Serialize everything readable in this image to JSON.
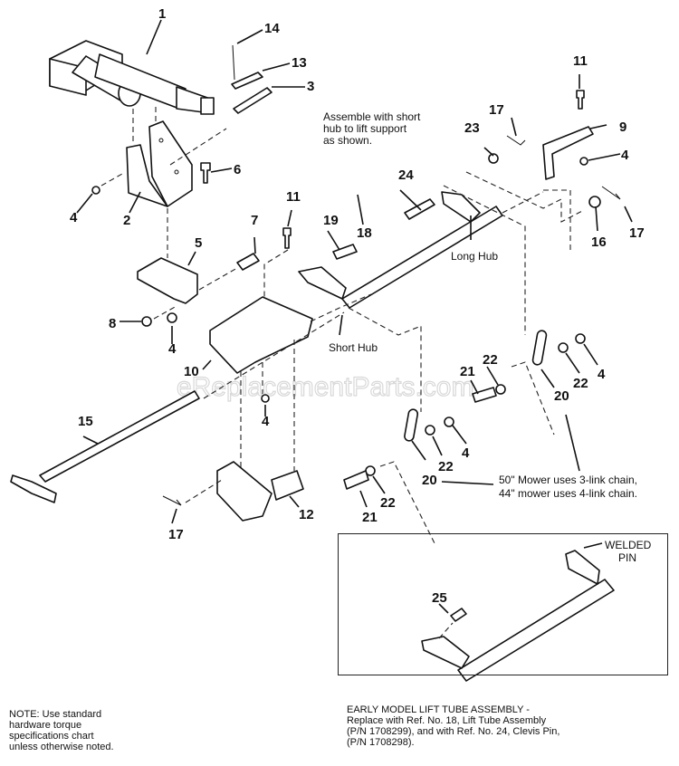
{
  "diagram": {
    "watermark": "eReplacementParts.com",
    "callouts": [
      "1",
      "2",
      "3",
      "4",
      "5",
      "6",
      "7",
      "8",
      "9",
      "10",
      "11",
      "12",
      "13",
      "14",
      "15",
      "16",
      "17",
      "18",
      "19",
      "20",
      "21",
      "22",
      "23",
      "24",
      "25"
    ],
    "labels": {
      "assemble_note": [
        "Assemble with short",
        "hub to lift support",
        "as shown."
      ],
      "long_hub": "Long Hub",
      "short_hub": "Short Hub",
      "chain_note": [
        "50\" Mower uses 3-link chain,",
        "44\" mower uses 4-link chain."
      ],
      "welded_pin": [
        "WELDED",
        "PIN"
      ]
    },
    "note": [
      "NOTE:  Use standard",
      "hardware torque",
      "specifications chart",
      "unless otherwise noted."
    ],
    "early_model_note": [
      "EARLY MODEL LIFT TUBE ASSEMBLY -",
      "Replace with Ref. No. 18, Lift Tube Assembly",
      "(P/N 1708299), and with Ref. No. 24, Clevis Pin,",
      "(P/N 1708298)."
    ]
  }
}
